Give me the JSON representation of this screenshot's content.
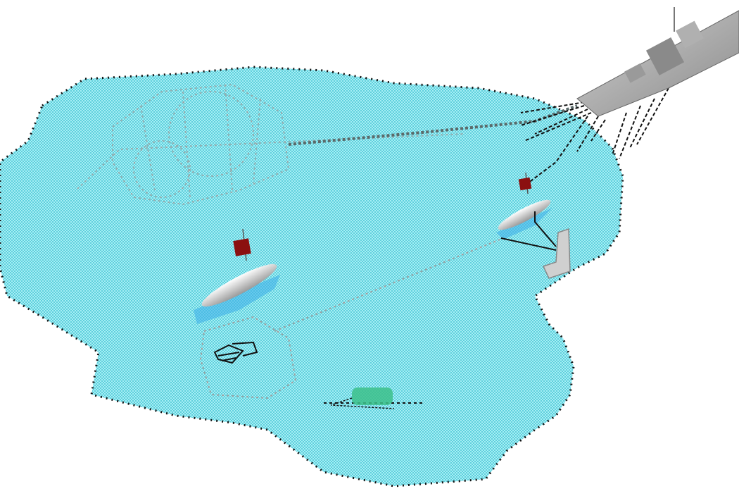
{
  "colors": {
    "water": "#8fe6ef",
    "water_dots": "#5fd0dc",
    "outline": "#111111",
    "ship": "#a8a8a8",
    "ship_dark": "#6e6e6e",
    "submarine": "#d8d8d8",
    "buoy": "#8b1010",
    "sonar_cone": "#3fb0e8",
    "seabed_object": "#3cbf8a",
    "wreck_lines": "#9aa0a0"
  },
  "icons": [
    "surface-ship",
    "submarine",
    "radio-buoy",
    "sensor-array",
    "seabed-vehicle"
  ]
}
